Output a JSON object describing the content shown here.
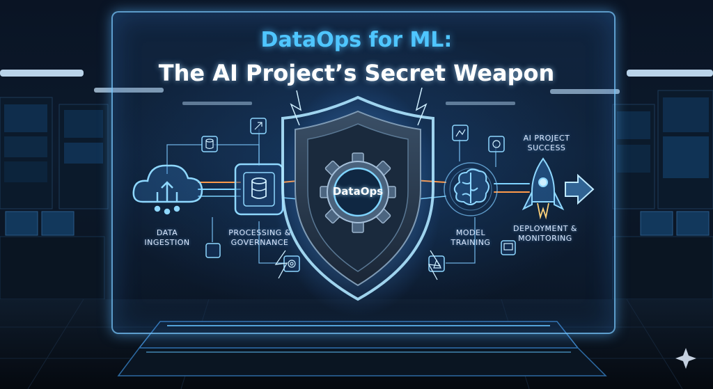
{
  "title": {
    "line1": "DataOps for ML:",
    "line2": "The AI Project’s Secret Weapon"
  },
  "center_label": "DataOps",
  "stages": [
    {
      "id": "ingestion",
      "line1": "Data",
      "line2": "Ingestion",
      "icon": "cloud-upload-icon"
    },
    {
      "id": "processing",
      "line1": "Processing &",
      "line2": "Governance",
      "icon": "database-chip-icon"
    },
    {
      "id": "training",
      "line1": "Model",
      "line2": "Training",
      "icon": "brain-icon"
    },
    {
      "id": "deployment",
      "line1": "Deployment &",
      "line2": "Monitoring",
      "icon": "rocket-icon"
    }
  ],
  "success_label": {
    "line1": "AI Project",
    "line2": "Success"
  },
  "colors": {
    "accent": "#4fc6ff",
    "glow": "#7fd4ff",
    "background": "#060b14",
    "panel_border": "#78c8ff",
    "flow_orange": "#ff9a4a"
  }
}
